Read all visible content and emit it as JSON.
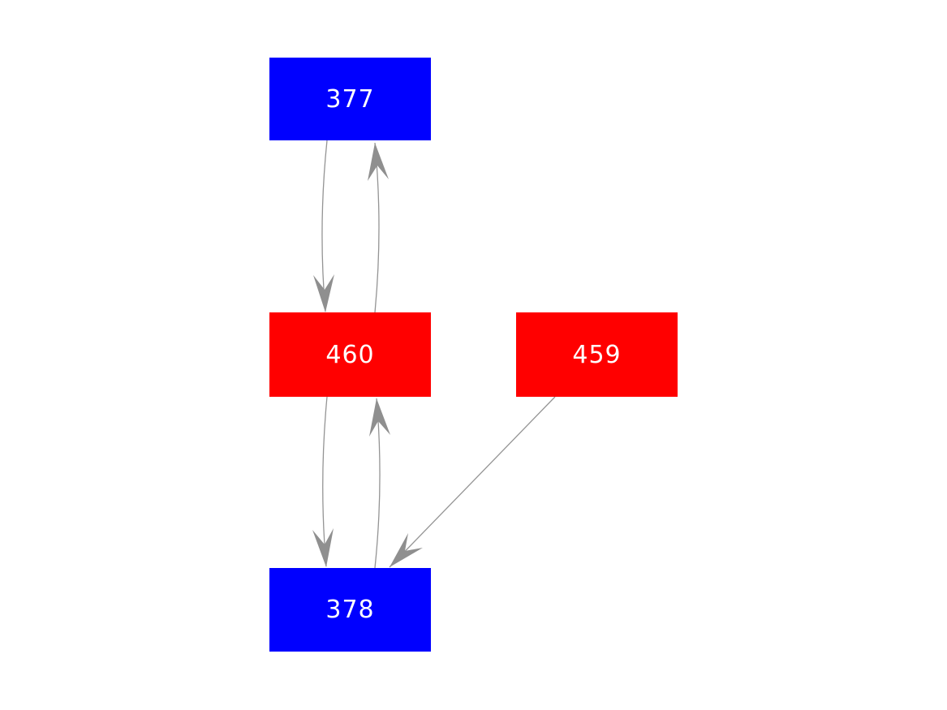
{
  "diagram": {
    "type": "directed-graph",
    "background_color": "#ffffff",
    "edge_color": "#8f8f8f",
    "node_text_color": "#ffffff",
    "nodes": [
      {
        "id": "377",
        "label": "377",
        "color": "#0000ff",
        "position": "top"
      },
      {
        "id": "460",
        "label": "460",
        "color": "#ff0000",
        "position": "middle-left"
      },
      {
        "id": "459",
        "label": "459",
        "color": "#ff0000",
        "position": "middle-right"
      },
      {
        "id": "378",
        "label": "378",
        "color": "#0000ff",
        "position": "bottom"
      }
    ],
    "edges": [
      {
        "from": "377",
        "to": "460",
        "style": "curved"
      },
      {
        "from": "460",
        "to": "377",
        "style": "curved"
      },
      {
        "from": "460",
        "to": "378",
        "style": "curved"
      },
      {
        "from": "378",
        "to": "460",
        "style": "curved"
      },
      {
        "from": "459",
        "to": "378",
        "style": "straight"
      }
    ]
  }
}
